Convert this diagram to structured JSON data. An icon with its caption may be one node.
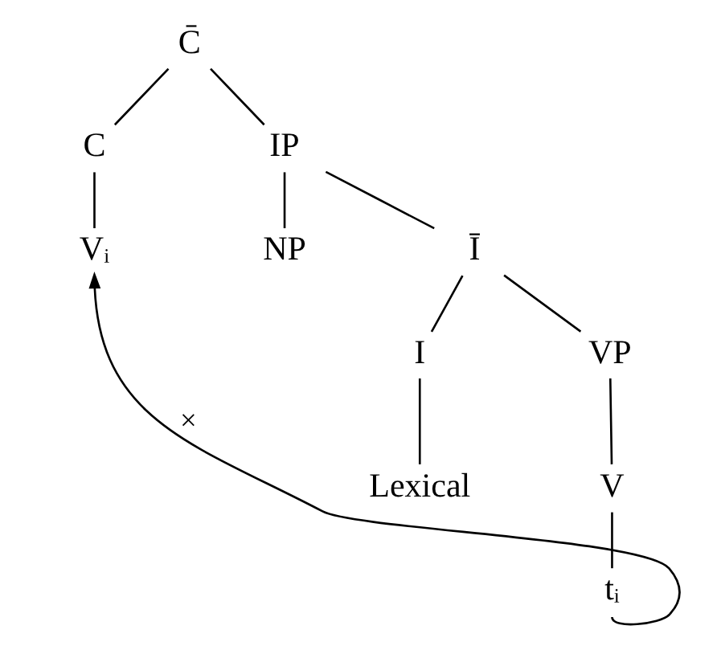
{
  "diagram": {
    "nodes": [
      {
        "text": [
          "C̄"
        ]
      },
      {
        "text": [
          "C"
        ]
      },
      {
        "text": [
          "IP"
        ]
      },
      {
        "text": [
          "Vᵢ"
        ]
      },
      {
        "text": [
          "NP"
        ]
      },
      {
        "text": [
          "Ī"
        ]
      },
      {
        "text": [
          "I"
        ]
      },
      {
        "text": [
          "VP"
        ]
      },
      {
        "text": [
          "V"
        ]
      },
      {
        "text": [
          "Lexical"
        ]
      },
      {
        "text": [
          "tᵢ"
        ]
      }
    ],
    "edges": [
      {
        "from": 0,
        "to": 1,
        "arrow": "none"
      },
      {
        "from": 0,
        "to": 2,
        "arrow": "none"
      },
      {
        "from": 1,
        "to": 3,
        "arrow": "none"
      },
      {
        "from": 2,
        "to": 4,
        "arrow": "none"
      },
      {
        "from": 2,
        "to": 5,
        "arrow": "none"
      },
      {
        "from": 5,
        "to": 6,
        "arrow": "none"
      },
      {
        "from": 5,
        "to": 7,
        "arrow": "none"
      },
      {
        "from": 7,
        "to": 8,
        "arrow": "none"
      },
      {
        "from": 6,
        "to": 9,
        "arrow": "none"
      },
      {
        "from": 8,
        "to": 10,
        "arrow": "none"
      },
      {
        "from": 10,
        "to": 3,
        "arrow": "to",
        "label": "×"
      }
    ]
  }
}
